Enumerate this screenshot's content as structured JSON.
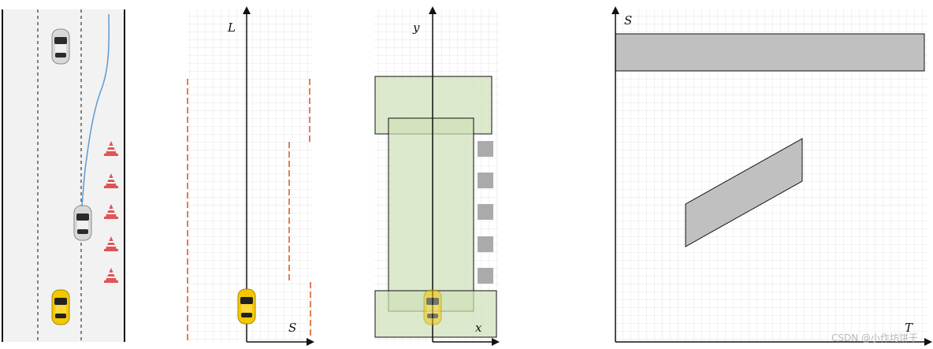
{
  "panel_road": {
    "cars": [
      "grey-car",
      "grey-car",
      "yellow-car"
    ],
    "cones": 5,
    "colors": {
      "road": "#f2f2f2",
      "path": "#5b9bd5",
      "cone": "#e05555",
      "ego": "#f2c200"
    }
  },
  "panel_sl": {
    "axis_y_label": "L",
    "axis_x_label": "S",
    "colors": {
      "boundary": "#d4622a"
    }
  },
  "panel_xy": {
    "axis_y_label": "y",
    "axis_x_label": "x",
    "colors": {
      "box": "#dbe8cc",
      "obstacle": "#aaaaaa"
    }
  },
  "panel_st": {
    "axis_y_label": "S",
    "axis_x_label": "T",
    "colors": {
      "region": "#c0c0c0"
    }
  },
  "watermark": "CSDN @小作坊饼干"
}
